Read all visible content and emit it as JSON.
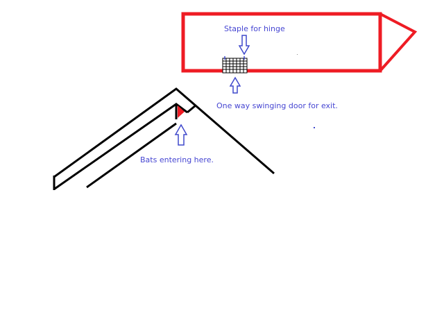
{
  "labels": {
    "staple": "Staple for hinge",
    "door": "One way swinging door for exit.",
    "bats": "Bats entering here."
  },
  "colors": {
    "box_outline": "#ee1c24",
    "roof_lines": "#000000",
    "arrow_outline": "#3f48cc",
    "label_text": "#4646d2",
    "entrance_marker": "#ee1c24",
    "mesh": "#000000"
  },
  "icons": {
    "staple_arrow": "arrow-down-icon",
    "door_arrow": "arrow-up-icon",
    "bats_arrow": "arrow-up-icon"
  }
}
